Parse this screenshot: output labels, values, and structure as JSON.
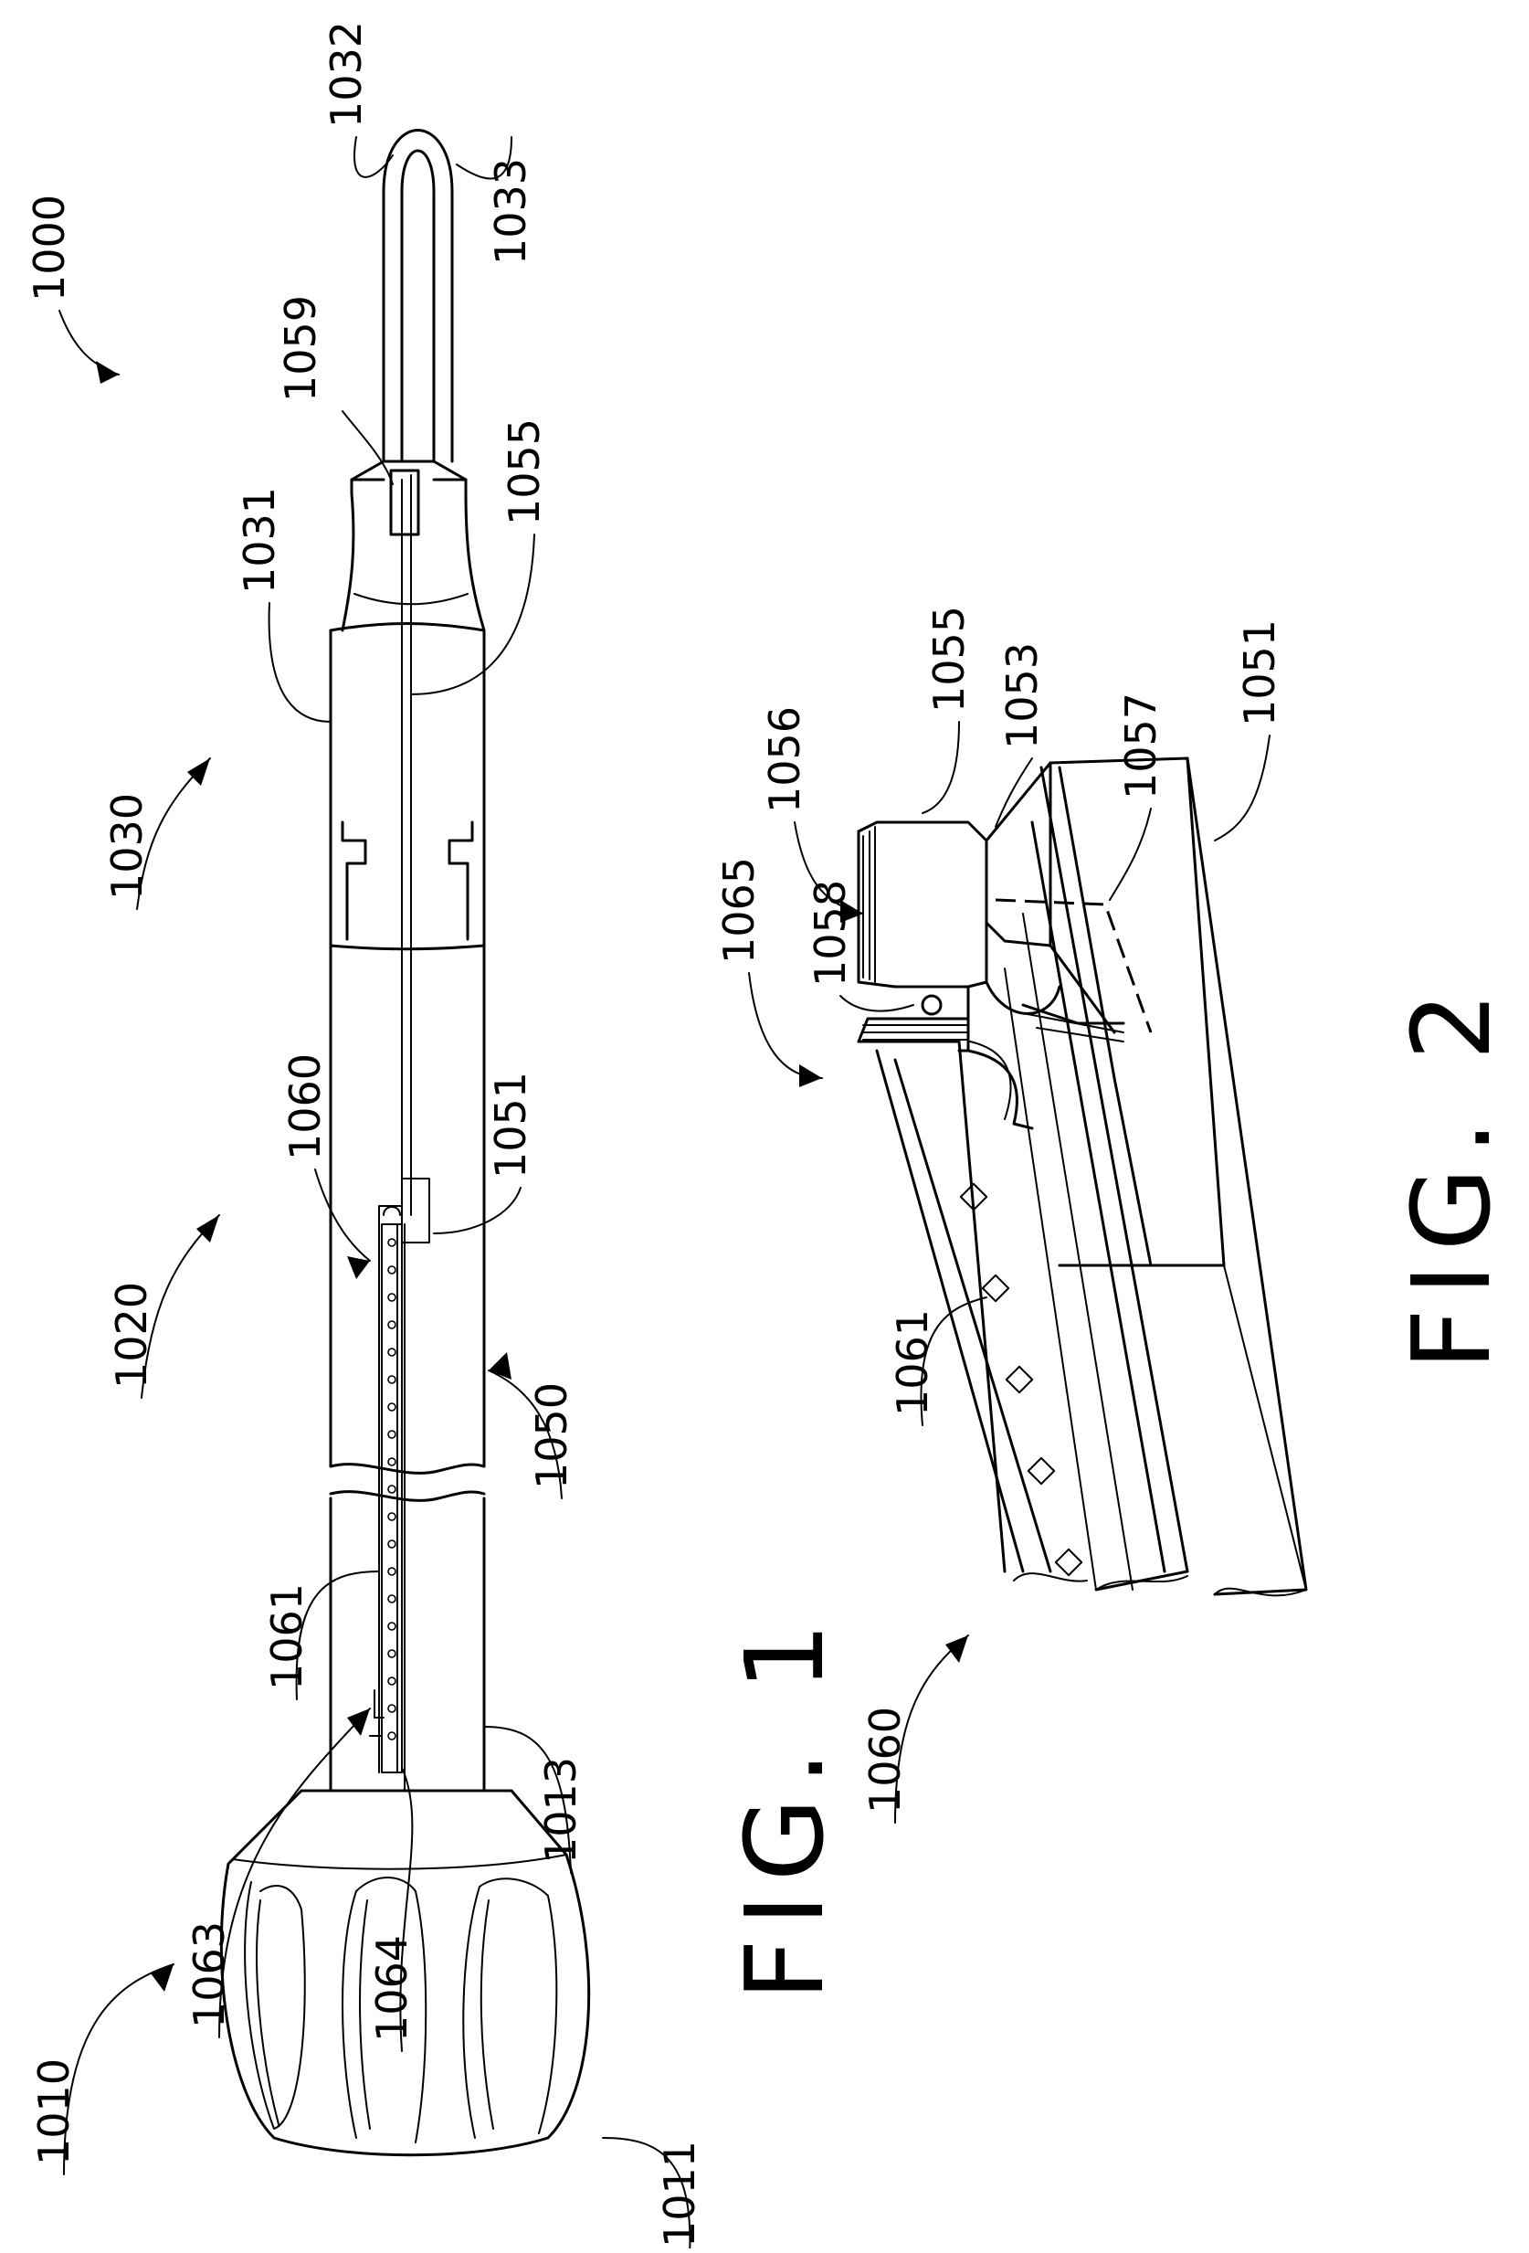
{
  "figures": [
    {
      "caption": "FIG. 1",
      "labels": {
        "ref_1000": "1000",
        "ref_1010": "1010",
        "ref_1011": "1011",
        "ref_1013": "1013",
        "ref_1020": "1020",
        "ref_1030": "1030",
        "ref_1031": "1031",
        "ref_1032": "1032",
        "ref_1033": "1033",
        "ref_1050": "1050",
        "ref_1051": "1051",
        "ref_1055": "1055",
        "ref_1059": "1059",
        "ref_1060": "1060",
        "ref_1061": "1061",
        "ref_1063": "1063",
        "ref_1064": "1064"
      }
    },
    {
      "caption": "FIG. 2",
      "labels": {
        "ref_1051": "1051",
        "ref_1053": "1053",
        "ref_1055": "1055",
        "ref_1056": "1056",
        "ref_1057": "1057",
        "ref_1058": "1058",
        "ref_1060": "1060",
        "ref_1061": "1061",
        "ref_1065": "1065"
      }
    }
  ]
}
